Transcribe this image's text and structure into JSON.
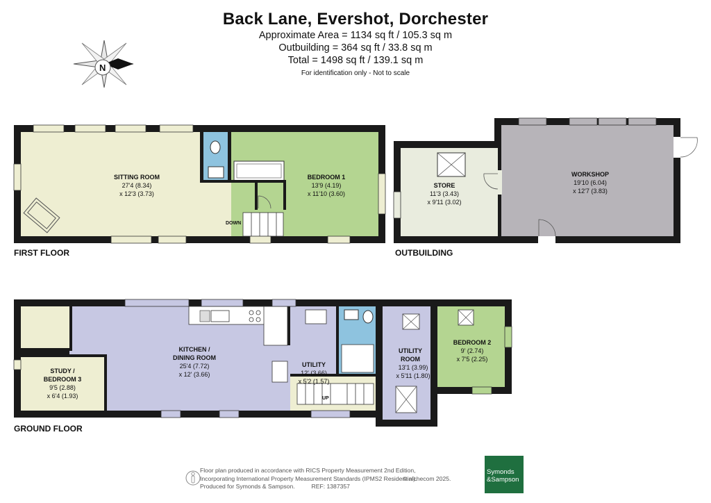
{
  "header": {
    "title": "Back Lane, Evershot, Dorchester",
    "area": "Approximate Area = 1134 sq ft / 105.3 sq m",
    "outbuilding": "Outbuilding = 364 sq ft / 33.8 sq m",
    "total": "Total = 1498 sq ft / 139.1 sq m",
    "note": "For identification only - Not to scale"
  },
  "compass": {
    "label": "N"
  },
  "floors": {
    "first": "FIRST FLOOR",
    "outbuilding": "OUTBUILDING",
    "ground": "GROUND FLOOR"
  },
  "rooms": {
    "sitting": {
      "name": "SITTING ROOM",
      "dim1": "27'4 (8.34)",
      "dim2": "x 12'3 (3.73)"
    },
    "bed1": {
      "name": "BEDROOM 1",
      "dim1": "13'9 (4.19)",
      "dim2": "x 11'10 (3.60)"
    },
    "store": {
      "name": "STORE",
      "dim1": "11'3 (3.43)",
      "dim2": "x 9'11 (3.02)"
    },
    "workshop": {
      "name": "WORKSHOP",
      "dim1": "19'10 (6.04)",
      "dim2": "x 12'7 (3.83)"
    },
    "kitchen": {
      "name1": "KITCHEN /",
      "name2": "DINING ROOM",
      "dim1": "25'4 (7.72)",
      "dim2": "x 12' (3.66)"
    },
    "study": {
      "name1": "STUDY /",
      "name2": "BEDROOM 3",
      "dim1": "9'5 (2.88)",
      "dim2": "x 6'4 (1.93)"
    },
    "utility": {
      "name": "UTILITY",
      "dim1": "12' (3.66)",
      "dim2": "x 5'2 (1.57)"
    },
    "utilityRoom": {
      "name1": "UTILITY",
      "name2": "ROOM",
      "dim1": "13'1 (3.99)",
      "dim2": "x 5'11 (1.80)"
    },
    "bed2": {
      "name": "BEDROOM 2",
      "dim1": "9' (2.74)",
      "dim2": "x 7'5 (2.25)"
    }
  },
  "stairs": {
    "down": "DOWN",
    "up": "UP"
  },
  "footer": {
    "line1": "Floor plan produced in accordance with RICS Property Measurement 2nd Edition,",
    "line2": "Incorporating International Property Measurement Standards (IPMS2 Residential).",
    "line3": "Produced for Symonds & Sampson.",
    "ref": "REF:  1387357",
    "copyright": "© nichecom 2025."
  },
  "logo": {
    "line1": "Symonds",
    "line2": "&Sampson"
  },
  "colors": {
    "wall": "#1a1a1a",
    "sitting": "#eeeed2",
    "bedroom": "#b4d591",
    "store": "#e9ecde",
    "workshop": "#b7b4b9",
    "kitchen": "#c7c8e3",
    "bathroom": "#8ec3df",
    "brand": "#1f6f3f"
  }
}
